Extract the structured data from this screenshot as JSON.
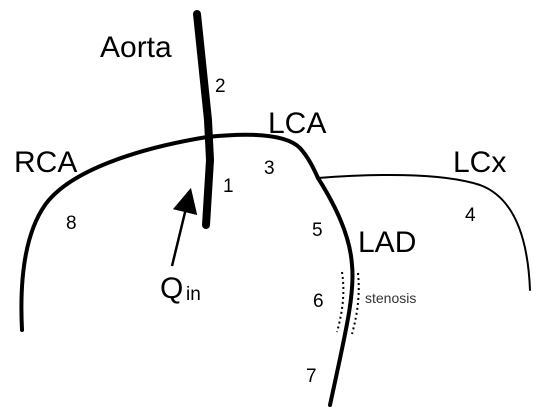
{
  "labels": {
    "aorta": "Aorta",
    "lca": "LCA",
    "rca": "RCA",
    "lcx": "LCx",
    "lad": "LAD",
    "q": "Q",
    "q_subscript": "in",
    "stenosis": "stenosis"
  },
  "segments": {
    "s1": "1",
    "s2": "2",
    "s3": "3",
    "s4": "4",
    "s5": "5",
    "s6": "6",
    "s7": "7",
    "s8": "8"
  }
}
